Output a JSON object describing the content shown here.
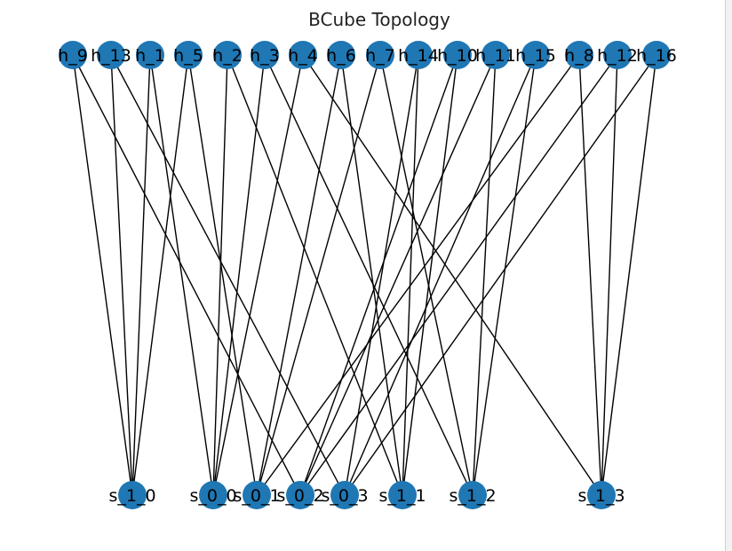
{
  "title": "BCube Topology",
  "colors": {
    "node": "#1f77b4",
    "edge": "#000000",
    "label": "#000000"
  },
  "host_nodes": [
    "h_9",
    "h_13",
    "h_1",
    "h_5",
    "h_2",
    "h_3",
    "h_4",
    "h_6",
    "h_7",
    "h_14",
    "h_10",
    "h_11",
    "h_15",
    "h_8",
    "h_12",
    "h_16"
  ],
  "switch_nodes": [
    "s_1_0",
    "s_0_0",
    "s_0_1",
    "s_0_2",
    "s_0_3",
    "s_1_1",
    "s_1_2",
    "s_1_3"
  ],
  "edges": [
    [
      "h_9",
      "s_1_0"
    ],
    [
      "h_13",
      "s_1_0"
    ],
    [
      "h_1",
      "s_1_0"
    ],
    [
      "h_5",
      "s_1_0"
    ],
    [
      "h_1",
      "s_0_0"
    ],
    [
      "h_2",
      "s_0_0"
    ],
    [
      "h_3",
      "s_0_0"
    ],
    [
      "h_4",
      "s_0_0"
    ],
    [
      "h_5",
      "s_0_1"
    ],
    [
      "h_6",
      "s_0_1"
    ],
    [
      "h_7",
      "s_0_1"
    ],
    [
      "h_8",
      "s_0_1"
    ],
    [
      "h_9",
      "s_0_2"
    ],
    [
      "h_10",
      "s_0_2"
    ],
    [
      "h_11",
      "s_0_2"
    ],
    [
      "h_12",
      "s_0_2"
    ],
    [
      "h_13",
      "s_0_3"
    ],
    [
      "h_14",
      "s_0_3"
    ],
    [
      "h_15",
      "s_0_3"
    ],
    [
      "h_16",
      "s_0_3"
    ],
    [
      "h_2",
      "s_1_1"
    ],
    [
      "h_6",
      "s_1_1"
    ],
    [
      "h_10",
      "s_1_1"
    ],
    [
      "h_14",
      "s_1_1"
    ],
    [
      "h_3",
      "s_1_2"
    ],
    [
      "h_7",
      "s_1_2"
    ],
    [
      "h_11",
      "s_1_2"
    ],
    [
      "h_15",
      "s_1_2"
    ],
    [
      "h_4",
      "s_1_3"
    ],
    [
      "h_8",
      "s_1_3"
    ],
    [
      "h_12",
      "s_1_3"
    ],
    [
      "h_16",
      "s_1_3"
    ]
  ]
}
